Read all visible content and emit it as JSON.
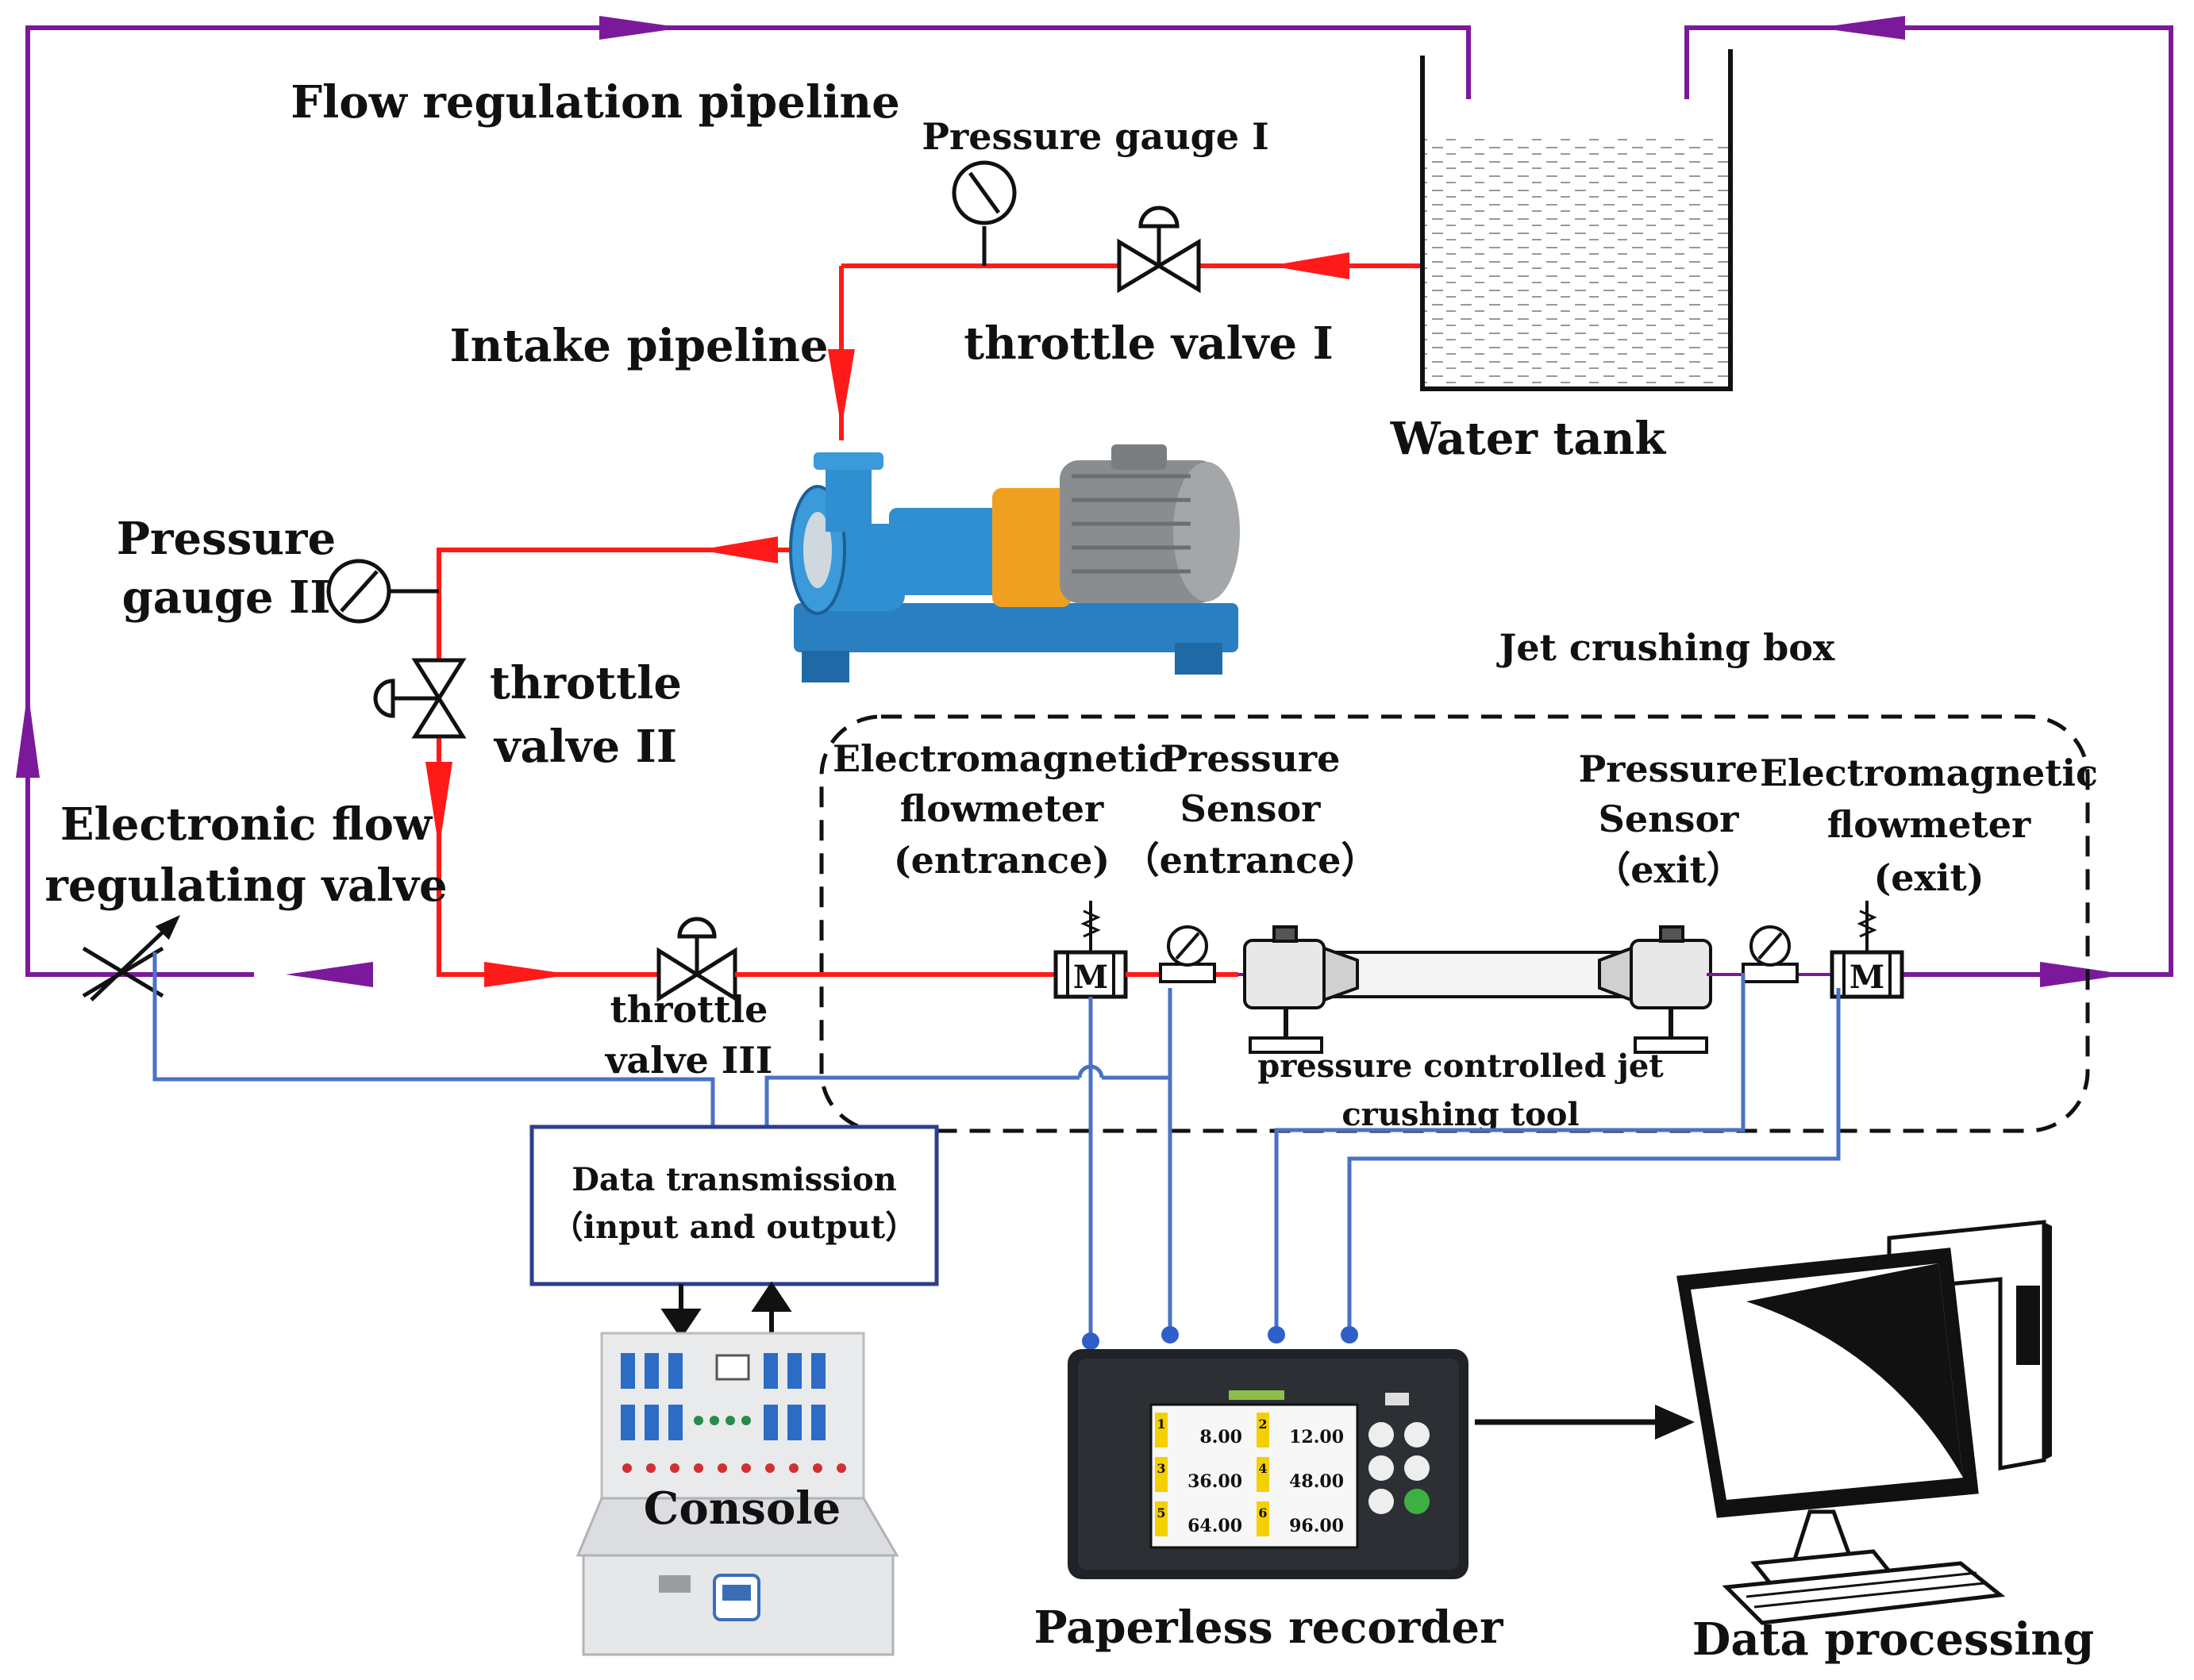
{
  "labels": {
    "flow_regulation_pipeline": "Flow regulation pipeline",
    "pressure_gauge_1": "Pressure gauge I",
    "intake_pipeline": "Intake pipeline",
    "throttle_valve_1": "throttle valve I",
    "water_tank": "Water tank",
    "pressure_gauge_2_line1": "Pressure",
    "pressure_gauge_2_line2": "gauge II",
    "throttle_valve_2_line1": "throttle",
    "throttle_valve_2_line2": "valve II",
    "electronic_valve_line1": "Electronic flow",
    "electronic_valve_line2": "regulating valve",
    "throttle_valve_3_line1": "throttle",
    "throttle_valve_3_line2": "valve III",
    "jet_crushing_box": "Jet crushing box",
    "em_flowmeter_in_line1": "Electromagnetic",
    "em_flowmeter_in_line2": "flowmeter",
    "em_flowmeter_in_line3": "(entrance)",
    "pressure_sensor_in_line1": "Pressure",
    "pressure_sensor_in_line2": "Sensor",
    "pressure_sensor_in_line3": "（entrance）",
    "pressure_sensor_out_line1": "Pressure",
    "pressure_sensor_out_line2": "Sensor",
    "pressure_sensor_out_line3": "（exit）",
    "em_flowmeter_out_line1": "Electromagnetic",
    "em_flowmeter_out_line2": "flowmeter",
    "em_flowmeter_out_line3": "(exit)",
    "jet_tool_line1": "pressure controlled jet",
    "jet_tool_line2": "crushing tool",
    "data_transmission_line1": "Data transmission",
    "data_transmission_line2": "（input and output）",
    "console": "Console",
    "paperless_recorder": "Paperless recorder",
    "data_processing": "Data processing",
    "flowmeter_symbol": "M"
  },
  "recorder_screen": {
    "channels": [
      {
        "num": "1",
        "value": "8.00"
      },
      {
        "num": "2",
        "value": "12.00"
      },
      {
        "num": "3",
        "value": "36.00"
      },
      {
        "num": "4",
        "value": "48.00"
      },
      {
        "num": "5",
        "value": "64.00"
      },
      {
        "num": "6",
        "value": "96.00"
      }
    ]
  },
  "colors": {
    "pipeline_red": "#ff1a1a",
    "regulation_purple": "#7a1a9a",
    "signal_blue": "#4a72c4",
    "pump_blue": "#2f8fd0",
    "pump_motor_gray": "#8a8d90",
    "coupling_orange": "#f0a020"
  }
}
